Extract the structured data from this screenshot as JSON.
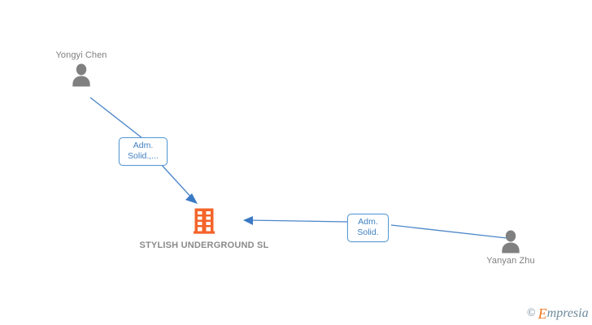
{
  "graph": {
    "background_color": "#ffffff",
    "edge_color": "#4a86c8",
    "company_color": "#f4642a",
    "person_color": "#808080",
    "label_border_color": "#5b9bd5",
    "label_text_color": "#3f7fc1",
    "nodes": [
      {
        "id": "yongyi-chen",
        "type": "person",
        "label": "Yongyi Chen",
        "icon": "person-icon"
      },
      {
        "id": "stylish-underground-sl",
        "type": "company",
        "label_line1": "STYLISH",
        "label_line2": "UNDERGROUND SL",
        "icon": "building-icon"
      },
      {
        "id": "yanyan-zhu",
        "type": "person",
        "label": "Yanyan Zhu",
        "icon": "person-icon"
      }
    ],
    "edges": [
      {
        "id": "edge-yongyi-chen-to-company",
        "from": "yongyi-chen",
        "to": "stylish-underground-sl",
        "label_line1": "Adm.",
        "label_line2": "Solid.,..."
      },
      {
        "id": "edge-yanyan-zhu-to-company",
        "from": "yanyan-zhu",
        "to": "stylish-underground-sl",
        "label_line1": "Adm.",
        "label_line2": "Solid."
      }
    ]
  },
  "watermark": {
    "copyright": "©",
    "brand_initial": "E",
    "brand_rest": "mpresia"
  }
}
